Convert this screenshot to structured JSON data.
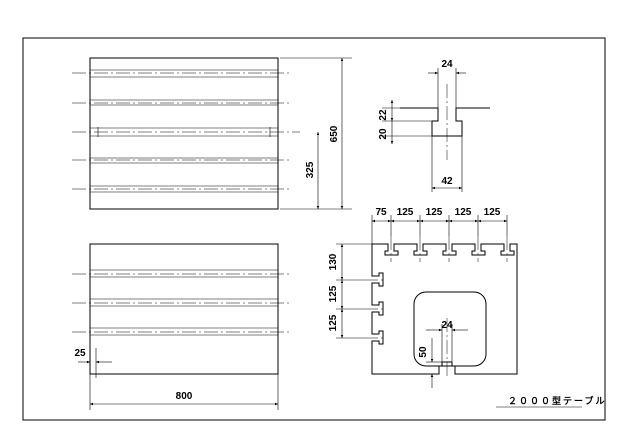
{
  "title_block": {
    "caption": "２０００型テーブル"
  },
  "dimensions": {
    "top_total_height": "650",
    "top_half_height": "325",
    "slot_width": "24",
    "slot_depth_upper": "22",
    "slot_depth_lower": "20",
    "slot_bottom_width": "42",
    "pitch_first": "75",
    "pitch_1": "125",
    "pitch_2": "125",
    "pitch_3": "125",
    "pitch_4": "125",
    "side_first": "130",
    "side_1": "125",
    "side_2": "125",
    "window_slot_width": "24",
    "window_slot_depth": "50",
    "front_margin": "25",
    "front_width": "800"
  }
}
